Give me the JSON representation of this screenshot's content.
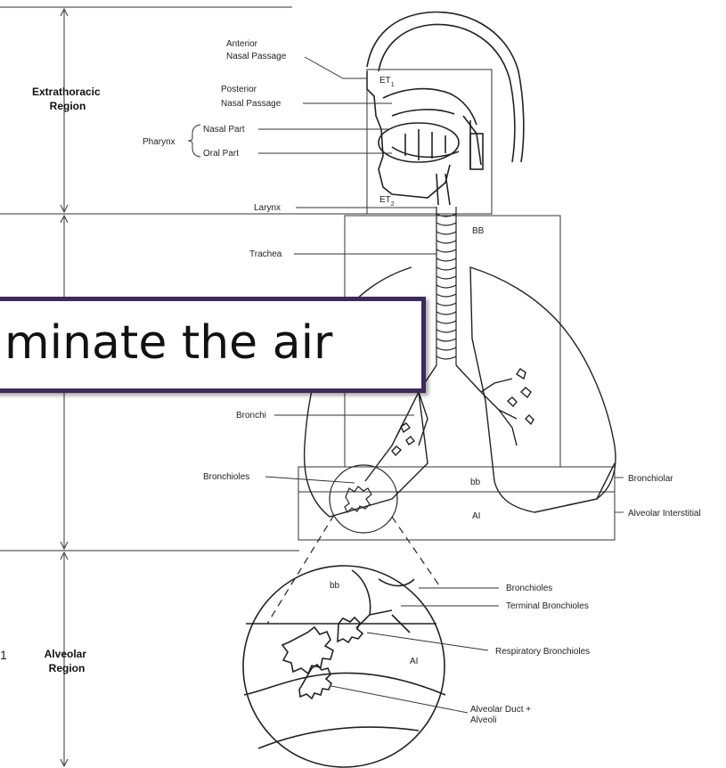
{
  "diagram": {
    "regions": {
      "extrathoracic": [
        "Extrathoracic",
        "Region"
      ],
      "alveolar": [
        "Alveolar",
        "Region"
      ]
    },
    "labels": {
      "anterior_nasal": [
        "Anterior",
        "Nasal Passage"
      ],
      "posterior_nasal": [
        "Posterior",
        "Nasal Passage"
      ],
      "pharynx": "Pharynx",
      "nasal_part": "Nasal Part",
      "oral_part": "Oral Part",
      "larynx": "Larynx",
      "trachea": "Trachea",
      "bronchi": "Bronchi",
      "bronchioles": "Bronchioles",
      "bronchiolar": "Bronchiolar",
      "alveolar_interstitial": "Alveolar Interstitial",
      "inset_bronchioles": "Bronchioles",
      "terminal_bronchioles": "Terminal Bronchioles",
      "respiratory_bronchioles": "Respiratory Bronchioles",
      "alveolar_duct": [
        "Alveolar Duct +",
        "Alveoli"
      ]
    },
    "zones": {
      "et1": "ET",
      "et1_sub": "1",
      "et2": "ET",
      "et2_sub": "2",
      "bb_upper": "BB",
      "bb_lower": "bb",
      "ai": "AI",
      "inset_bb": "bb",
      "inset_ai": "AI"
    }
  },
  "callout": {
    "text": "minate the air"
  },
  "page_number": "1"
}
